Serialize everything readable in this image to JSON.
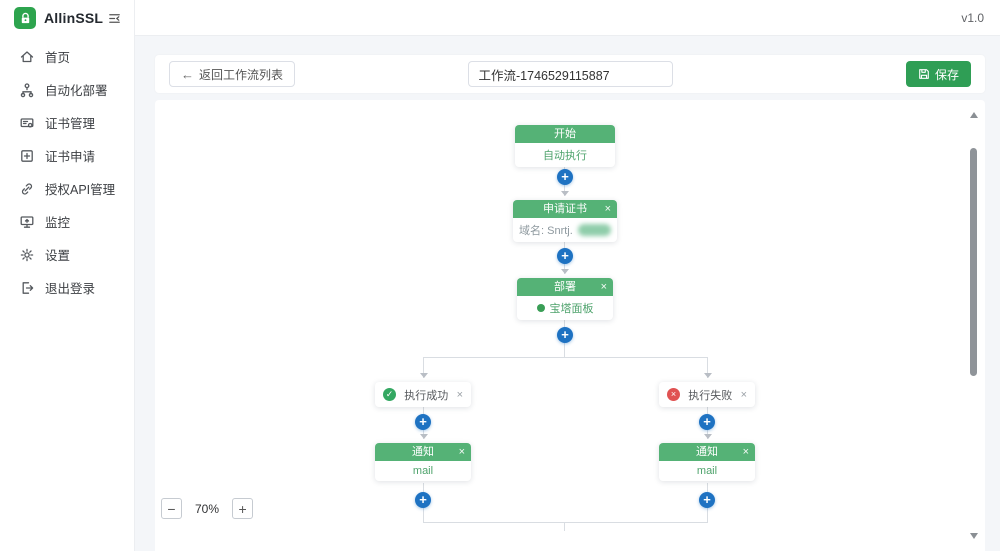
{
  "app": {
    "name": "AllinSSL",
    "version": "v1.0"
  },
  "icons": {
    "back_arrow": "←",
    "close": "×",
    "plus": "+",
    "check": "✓",
    "cross": "×"
  },
  "colors": {
    "brand_green": "#2da44e",
    "save_button_green": "#2f9e55",
    "node_header_green": "#55b276",
    "node_body_green": "#4ea36c",
    "plus_button_blue": "#1e72c2",
    "success_green": "#34a862",
    "error_red": "#e05252"
  },
  "sidebar": {
    "items": [
      {
        "label": "首页",
        "icon": "home-icon"
      },
      {
        "label": "自动化部署",
        "icon": "deploy-icon"
      },
      {
        "label": "证书管理",
        "icon": "certificate-manage-icon"
      },
      {
        "label": "证书申请",
        "icon": "certificate-apply-icon"
      },
      {
        "label": "授权API管理",
        "icon": "api-auth-icon"
      },
      {
        "label": "监控",
        "icon": "monitor-icon"
      },
      {
        "label": "设置",
        "icon": "settings-icon"
      },
      {
        "label": "退出登录",
        "icon": "logout-icon"
      }
    ]
  },
  "toolbar": {
    "back_label": "返回工作流列表",
    "workflow_name_value": "工作流-1746529115887",
    "save_label": "保存"
  },
  "workflow": {
    "start": {
      "title": "开始",
      "body": "自动执行"
    },
    "apply_cert": {
      "title": "申请证书",
      "domain_label": "域名: Snrtj."
    },
    "deploy": {
      "title": "部署",
      "provider": "宝塔面板"
    },
    "branch_success": {
      "label": "执行成功"
    },
    "branch_fail": {
      "label": "执行失败"
    },
    "notify_success": {
      "title": "通知",
      "channel": "mail"
    },
    "notify_fail": {
      "title": "通知",
      "channel": "mail"
    }
  },
  "zoom_controls": {
    "minus": "−",
    "level": "70%",
    "plus": "+"
  }
}
